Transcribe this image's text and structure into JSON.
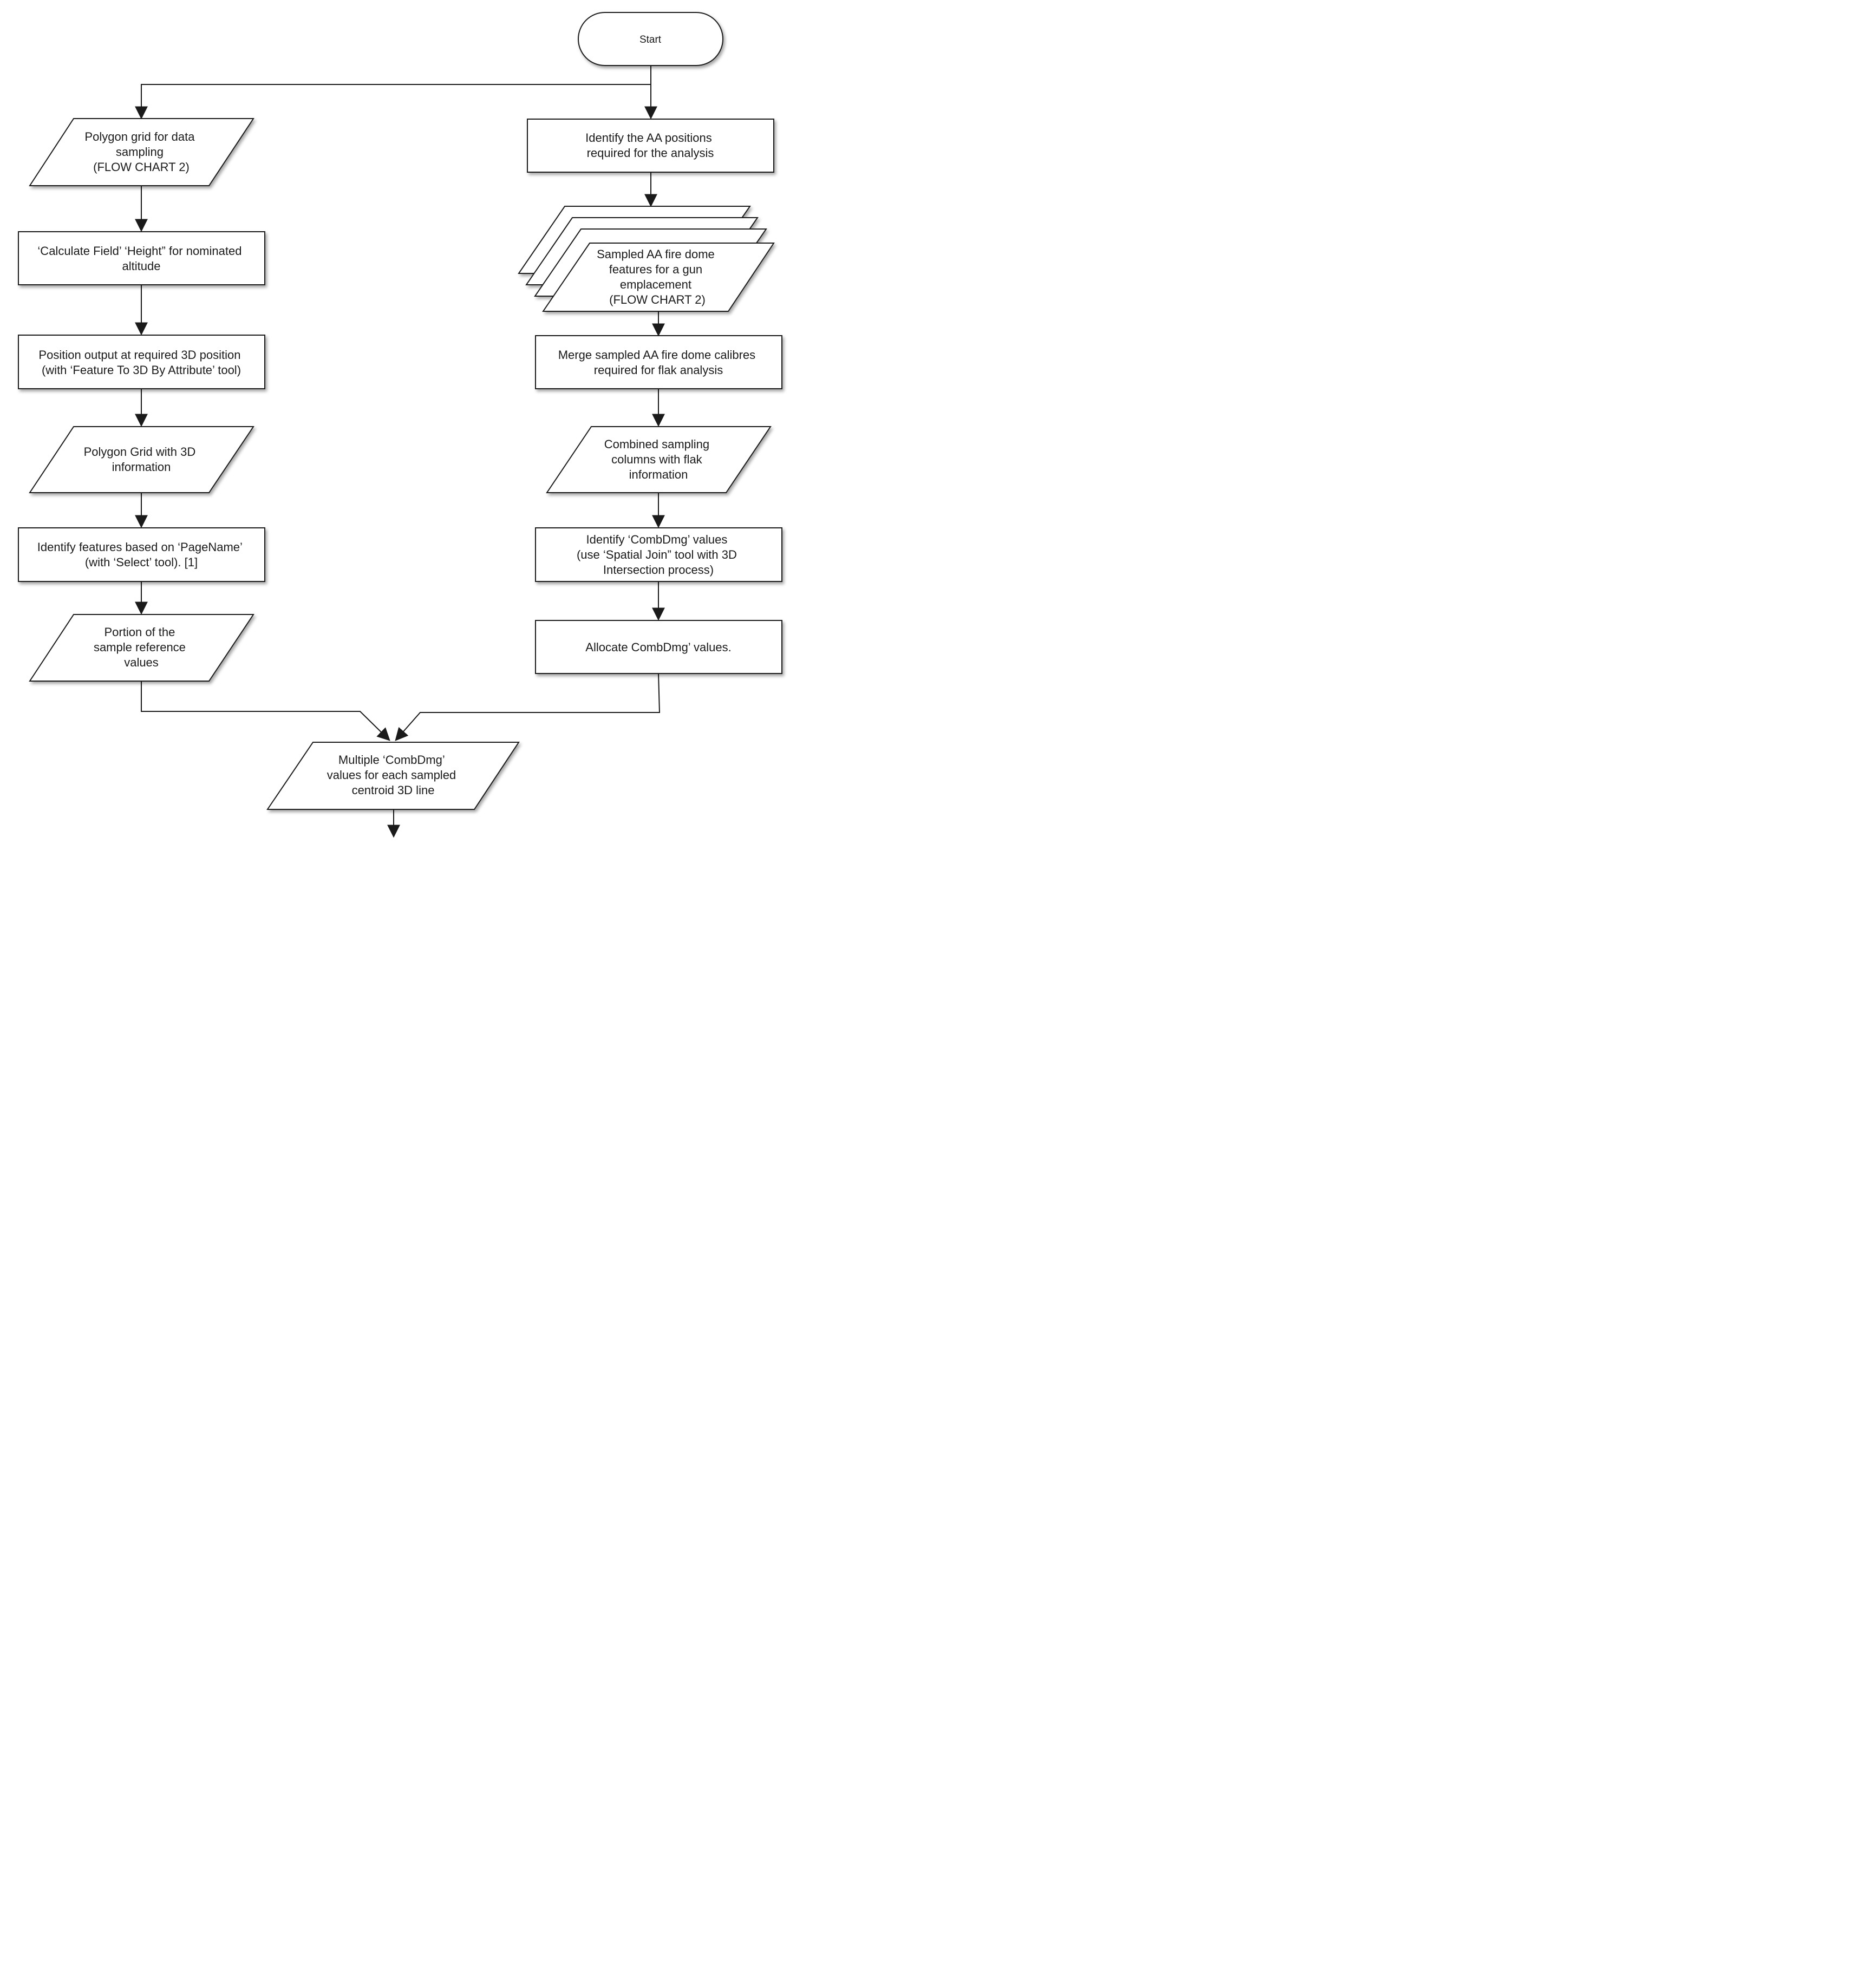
{
  "nodes": {
    "start": {
      "text": "Start"
    },
    "polygon_grid": {
      "lines": [
        "Polygon grid for data",
        "sampling",
        "(FLOW CHART 2)"
      ]
    },
    "calculate_field": {
      "lines": [
        "‘Calculate Field’ ‘Height” for nominated",
        "altitude"
      ]
    },
    "position_output": {
      "lines": [
        "Position output at required 3D position",
        "(with ‘Feature To 3D By Attribute’ tool)"
      ]
    },
    "polygon_grid_3d": {
      "lines": [
        "Polygon Grid with 3D",
        "information"
      ]
    },
    "identify_features": {
      "lines": [
        "Identify features based on ‘PageName’",
        "(with ‘Select’ tool). [1]"
      ]
    },
    "portion_sample": {
      "lines": [
        "Portion of the",
        "sample reference",
        "values"
      ]
    },
    "identify_aa": {
      "lines": [
        "Identify the AA positions",
        "required for the analysis"
      ]
    },
    "sampled_aa": {
      "lines": [
        "Sampled AA fire dome",
        "features for a gun",
        "emplacement",
        "(FLOW CHART 2)"
      ]
    },
    "merge_sampled": {
      "lines": [
        "Merge sampled AA fire dome calibres",
        "required for flak analysis"
      ]
    },
    "combined_sampling": {
      "lines": [
        "Combined sampling",
        "columns with flak",
        "information"
      ]
    },
    "identify_combdmg": {
      "lines": [
        "Identify ‘CombDmg’ values",
        "(use ‘Spatial Join” tool with 3D",
        "Intersection process)"
      ]
    },
    "allocate_combdmg": {
      "lines": [
        "Allocate CombDmg’ values."
      ]
    },
    "multiple_combdmg": {
      "lines": [
        "Multiple ‘CombDmg’",
        "values for each sampled",
        "centroid 3D line"
      ]
    }
  }
}
